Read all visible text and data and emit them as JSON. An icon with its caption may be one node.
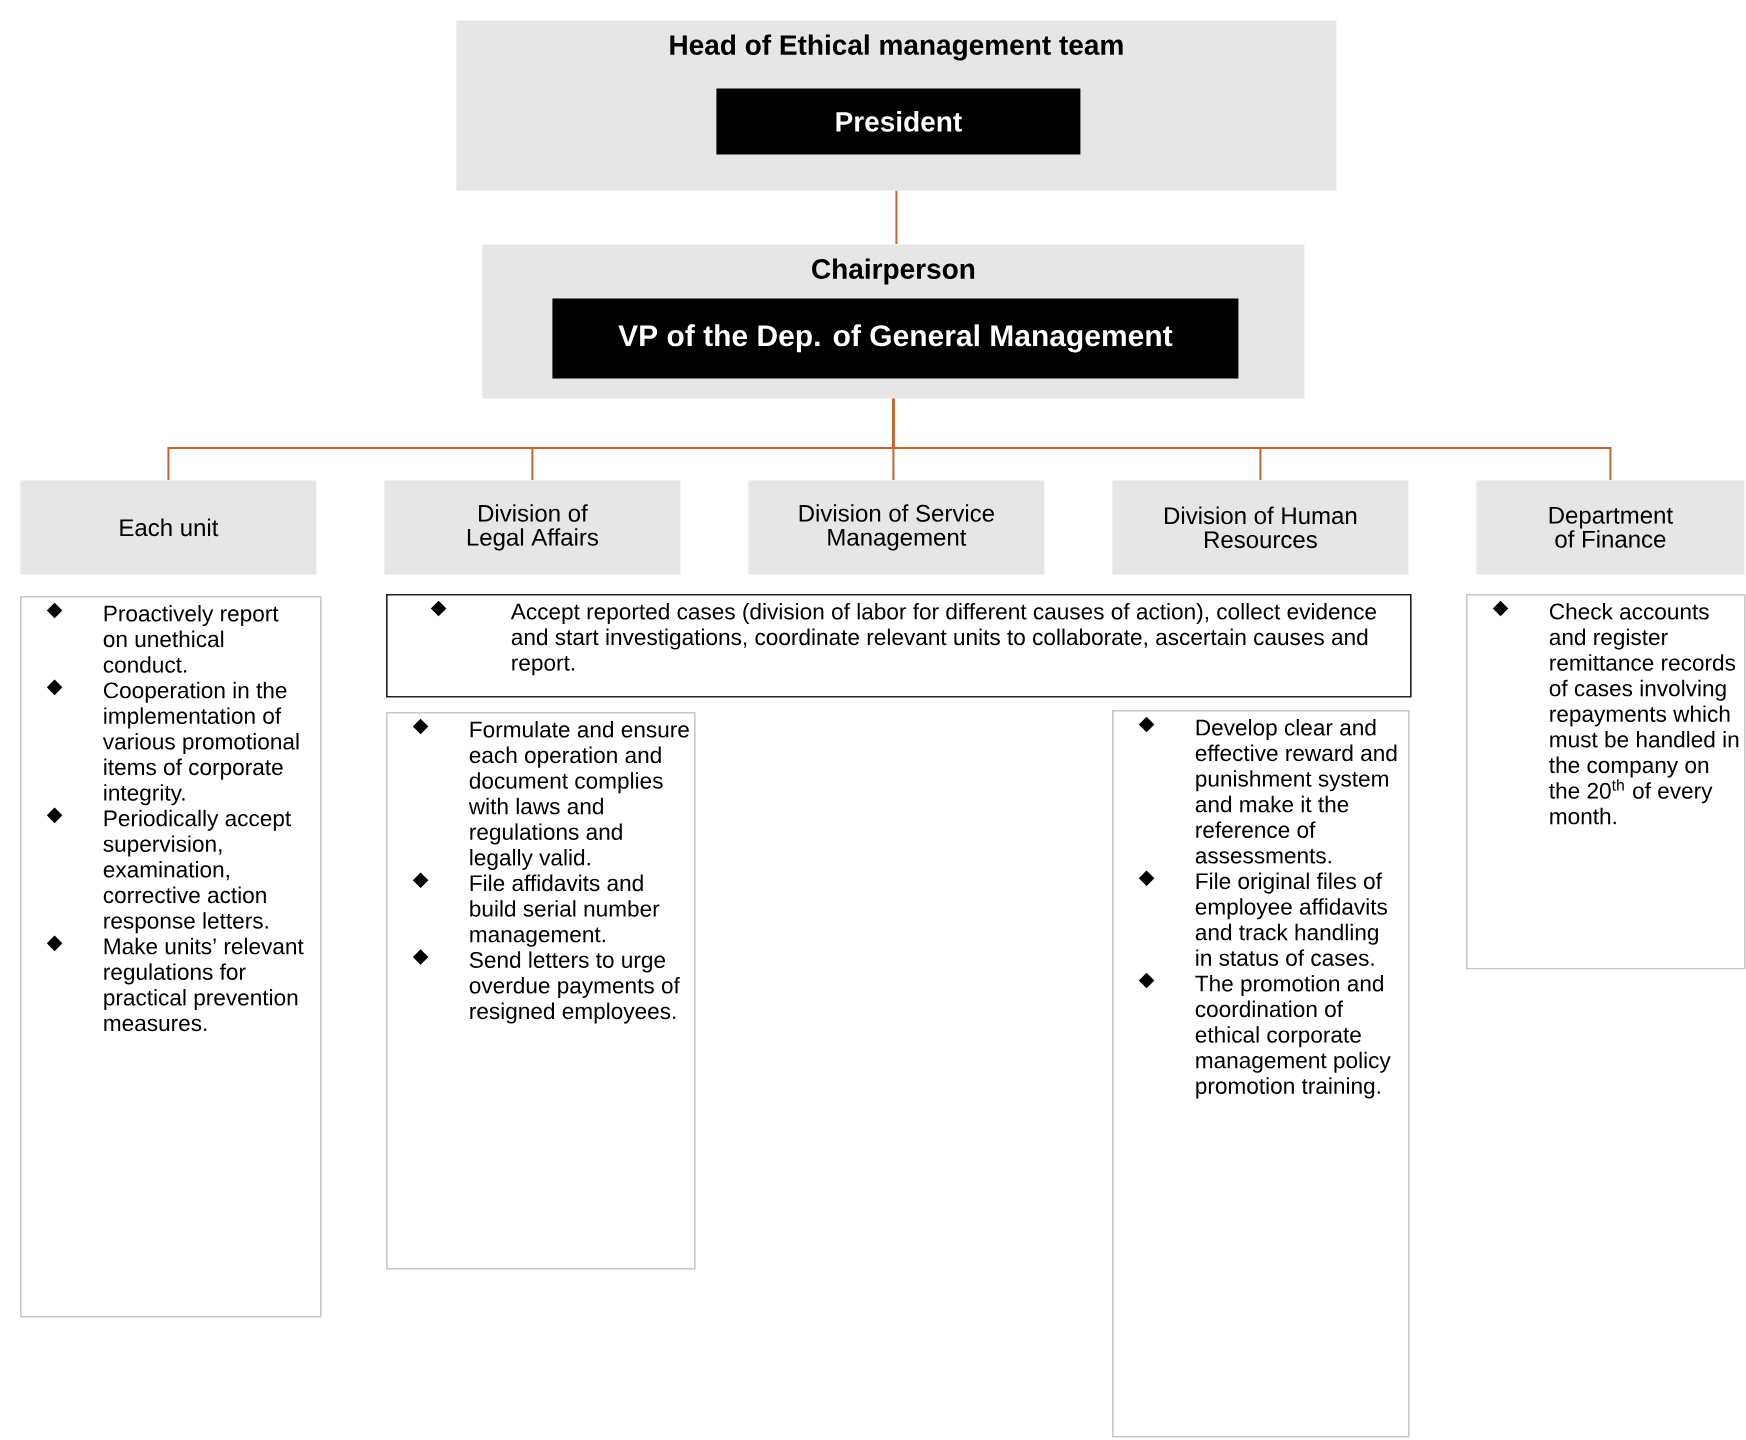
{
  "diagram": {
    "nodes": [
      {
        "text": [
          "Head of Ethical management team"
        ]
      },
      {
        "text": [
          "President"
        ],
        "in": 0
      },
      {
        "text": [
          "Chairperson"
        ]
      },
      {
        "text": [
          "VP of the Dep. of General Management"
        ],
        "in": 2
      },
      {
        "text": [
          "Each unit"
        ]
      },
      {
        "text": [
          "Division of Legal Affairs"
        ]
      },
      {
        "text": [
          "Division of Service Management"
        ]
      },
      {
        "text": [
          "Division of Human Resources"
        ]
      },
      {
        "text": [
          "Department of Finance"
        ]
      },
      {
        "text": [
          "Proactively report on unethical conduct.",
          "Cooperation in the implementation of various promotional items of corporate integrity.",
          "Periodically accept supervision, examination, corrective action response letters.",
          "Make units’ relevant regulations for practical prevention measures."
        ]
      },
      {
        "text": [
          "Accept reported cases (division of labor for different causes of action), collect evidence and start investigations, coordinate relevant units to collaborate, ascertain causes and report."
        ]
      },
      {
        "text": [
          "Formulate and ensure each operation and document complies with laws and regulations and legally valid.",
          "File affidavits and build serial number management.",
          "Send letters to urge overdue payments of resigned employees."
        ]
      },
      {
        "text": [
          "Develop clear and effective reward and punishment system and make it the reference of assessments.",
          "File original files of employee affidavits and track handling in status of cases.",
          "The promotion and coordination of ethical corporate management policy promotion training."
        ]
      },
      {
        "text": [
          "Check accounts and register remittance records of cases involving repayments which must be handled in the company on the 20$^{th}$ of every month."
        ]
      }
    ],
    "edges": [
      {
        "from": 0,
        "to": 2,
        "arrow": "none"
      },
      {
        "from": 2,
        "to": 4,
        "arrow": "none"
      },
      {
        "from": 2,
        "to": 5,
        "arrow": "none"
      },
      {
        "from": 2,
        "to": 6,
        "arrow": "none"
      },
      {
        "from": 2,
        "to": 7,
        "arrow": "none"
      },
      {
        "from": 2,
        "to": 8,
        "arrow": "none"
      }
    ]
  }
}
